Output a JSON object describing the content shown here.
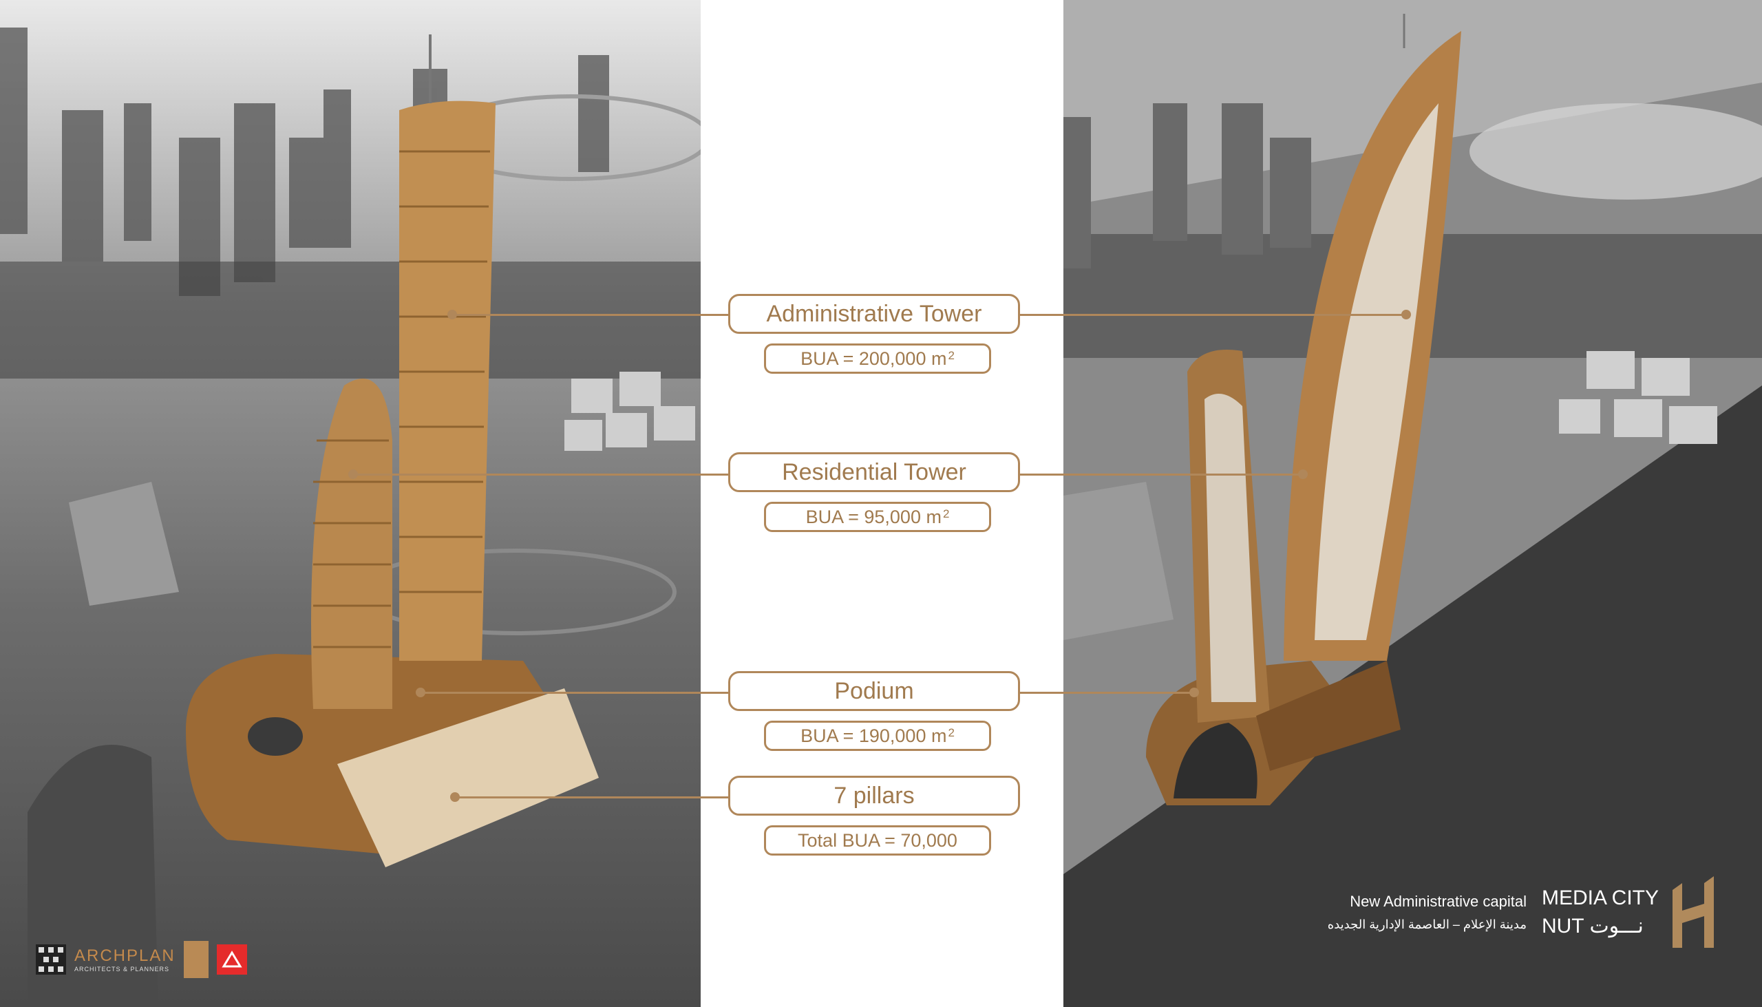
{
  "callouts": [
    {
      "title": "Administrative Tower",
      "bua_text": "BUA = 200,000 m",
      "unit_sup": "2"
    },
    {
      "title": "Residential Tower",
      "bua_text": "BUA = 95,000 m",
      "unit_sup": "2"
    },
    {
      "title": "Podium",
      "bua_text": "BUA = 190,000 m",
      "unit_sup": "2"
    },
    {
      "title": "7 pillars",
      "bua_text": "Total BUA = 70,000",
      "unit_sup": ""
    }
  ],
  "footer": {
    "subtitle_en": "New Administrative capital",
    "subtitle_ar": "مدينة الإعلام – العاصمة الإدارية الجديده",
    "brand_line1": "MEDIA CITY",
    "brand_line2_en": "NUT",
    "brand_line2_ar": "نـــوت"
  },
  "logos": {
    "archplan_name": "ARCHPLAN",
    "archplan_tagline": "ARCHITECTS & PLANNERS"
  },
  "colors": {
    "accent": "#b0875a",
    "panel_dark": "#3a3a3a",
    "tower": "#b9884e"
  }
}
